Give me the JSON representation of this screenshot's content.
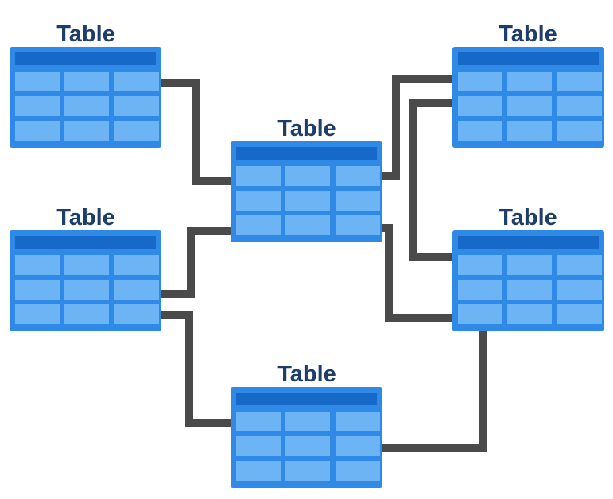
{
  "diagram": {
    "tables": [
      {
        "id": "top-left",
        "label": "Table"
      },
      {
        "id": "top-right",
        "label": "Table"
      },
      {
        "id": "center",
        "label": "Table"
      },
      {
        "id": "middle-left",
        "label": "Table"
      },
      {
        "id": "middle-right",
        "label": "Table"
      },
      {
        "id": "bottom-center",
        "label": "Table"
      }
    ],
    "connections": [
      {
        "from": "top-left",
        "to": "center"
      },
      {
        "from": "middle-left",
        "to": "center"
      },
      {
        "from": "middle-left",
        "to": "bottom-center"
      },
      {
        "from": "center",
        "to": "top-right"
      },
      {
        "from": "center",
        "to": "middle-right"
      },
      {
        "from": "top-right",
        "to": "middle-right"
      },
      {
        "from": "bottom-center",
        "to": "middle-right"
      }
    ],
    "colors": {
      "table_frame": "#2e8ae6",
      "table_header": "#1769c7",
      "table_cell": "#6cb4f4",
      "connector": "#4a4a4a",
      "label": "#1d3d6b"
    }
  }
}
